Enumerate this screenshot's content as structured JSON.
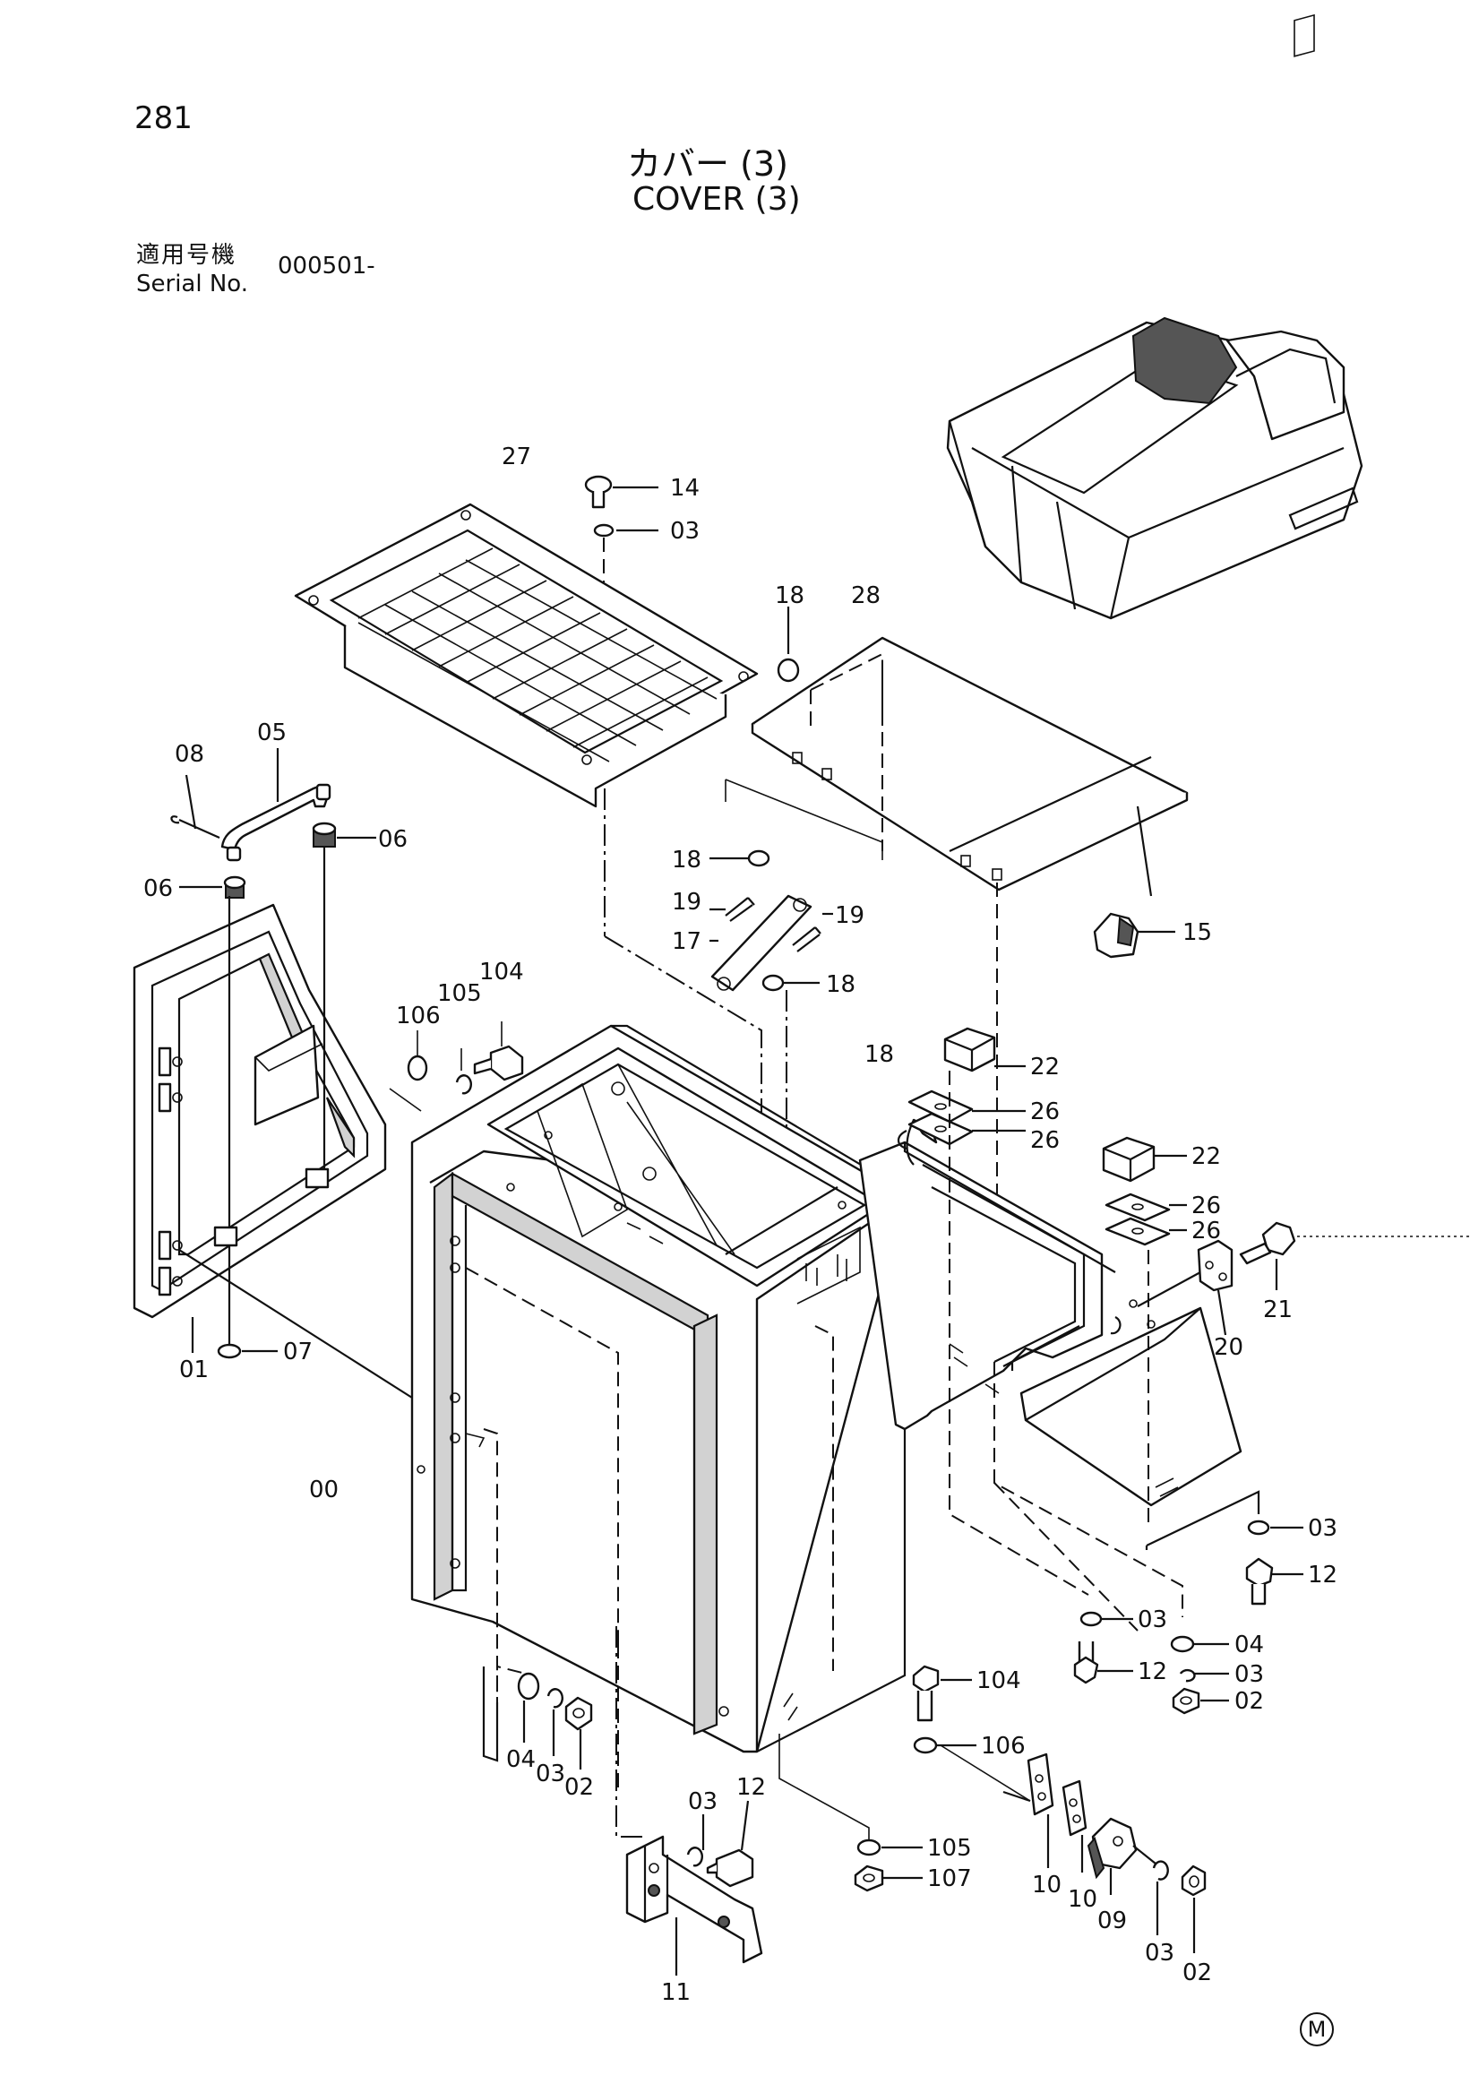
{
  "header": {
    "page_number": "281",
    "title_jp": "カバー (3)",
    "title_en": "COVER (3)",
    "serial_label_jp": "適用号機",
    "serial_label_en": "Serial No.",
    "serial_value": "000501-"
  },
  "footer": {
    "marker": "M"
  },
  "diagram": {
    "part_labels": [
      {
        "id": "27",
        "text": "27"
      },
      {
        "id": "14",
        "text": "14"
      },
      {
        "id": "03a",
        "text": "03"
      },
      {
        "id": "18a",
        "text": "18"
      },
      {
        "id": "28",
        "text": "28"
      },
      {
        "id": "08",
        "text": "08"
      },
      {
        "id": "05",
        "text": "05"
      },
      {
        "id": "06a",
        "text": "06"
      },
      {
        "id": "06b",
        "text": "06"
      },
      {
        "id": "18b",
        "text": "18"
      },
      {
        "id": "19a",
        "text": "19"
      },
      {
        "id": "19b",
        "text": "19"
      },
      {
        "id": "17",
        "text": "17"
      },
      {
        "id": "18c",
        "text": "18"
      },
      {
        "id": "15",
        "text": "15"
      },
      {
        "id": "104a",
        "text": "104"
      },
      {
        "id": "105a",
        "text": "105"
      },
      {
        "id": "106a",
        "text": "106"
      },
      {
        "id": "18d",
        "text": "18"
      },
      {
        "id": "22a",
        "text": "22"
      },
      {
        "id": "26a",
        "text": "26"
      },
      {
        "id": "26b",
        "text": "26"
      },
      {
        "id": "22b",
        "text": "22"
      },
      {
        "id": "26c",
        "text": "26"
      },
      {
        "id": "26d",
        "text": "26"
      },
      {
        "id": "21",
        "text": "21"
      },
      {
        "id": "20",
        "text": "20"
      },
      {
        "id": "07",
        "text": "07"
      },
      {
        "id": "01",
        "text": "01"
      },
      {
        "id": "00",
        "text": "00"
      },
      {
        "id": "03b",
        "text": "03"
      },
      {
        "id": "12a",
        "text": "12"
      },
      {
        "id": "03c",
        "text": "03"
      },
      {
        "id": "04a",
        "text": "04"
      },
      {
        "id": "12b",
        "text": "12"
      },
      {
        "id": "03d",
        "text": "03"
      },
      {
        "id": "02a",
        "text": "02"
      },
      {
        "id": "104b",
        "text": "104"
      },
      {
        "id": "106b",
        "text": "106"
      },
      {
        "id": "04b",
        "text": "04"
      },
      {
        "id": "03e",
        "text": "03"
      },
      {
        "id": "02b",
        "text": "02"
      },
      {
        "id": "03f",
        "text": "03"
      },
      {
        "id": "12c",
        "text": "12"
      },
      {
        "id": "105b",
        "text": "105"
      },
      {
        "id": "107",
        "text": "107"
      },
      {
        "id": "10a",
        "text": "10"
      },
      {
        "id": "10b",
        "text": "10"
      },
      {
        "id": "09",
        "text": "09"
      },
      {
        "id": "03g",
        "text": "03"
      },
      {
        "id": "02c",
        "text": "02"
      },
      {
        "id": "11",
        "text": "11"
      }
    ]
  }
}
